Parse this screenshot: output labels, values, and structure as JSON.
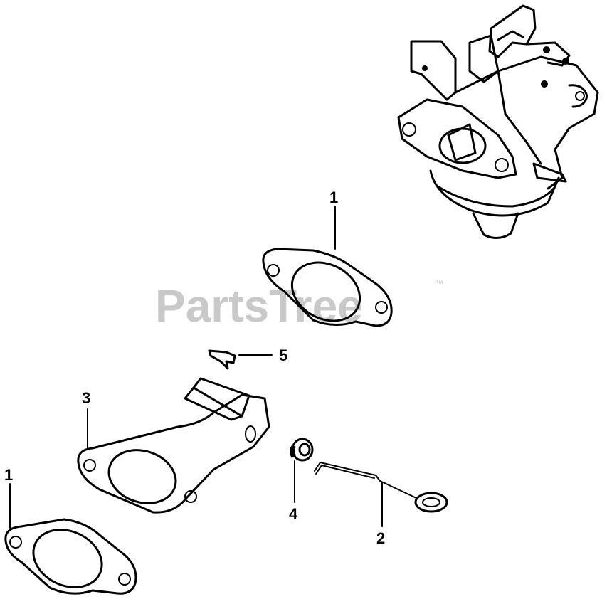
{
  "watermark": {
    "text": "PartsTree",
    "mark": "™"
  },
  "callouts": [
    {
      "id": "gasket-top",
      "label": "1"
    },
    {
      "id": "gasket-bottom",
      "label": "1"
    },
    {
      "id": "rod",
      "label": "2"
    },
    {
      "id": "bracket",
      "label": "3"
    },
    {
      "id": "grommet",
      "label": "4"
    },
    {
      "id": "clip",
      "label": "5"
    }
  ]
}
